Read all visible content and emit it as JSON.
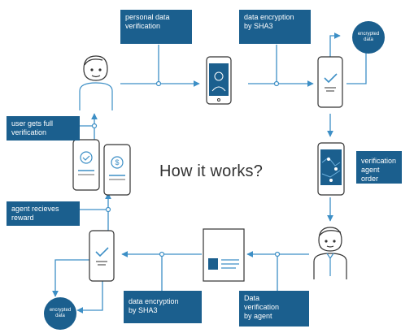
{
  "diagram": {
    "title": "How it works?",
    "labels": {
      "personal_data_verification": "personal data\nverification",
      "data_encryption_top": "data encryption\nby SHA3",
      "encrypted_data_top": "encrypted\ndata",
      "verification_agent_order": "verification\nagent order",
      "user_full_verification": "user gets full\nverification",
      "agent_reward": "agent recieves\nreward",
      "data_encryption_bottom": "data encryption\nby SHA3",
      "data_verification_by_agent": "Data\nverification\nby agent",
      "encrypted_data_bottom": "encrypted\ndata"
    },
    "colors": {
      "box": "#1b5f8e",
      "line": "#3d8fc6",
      "icon_stroke": "#3d8fc6"
    }
  }
}
